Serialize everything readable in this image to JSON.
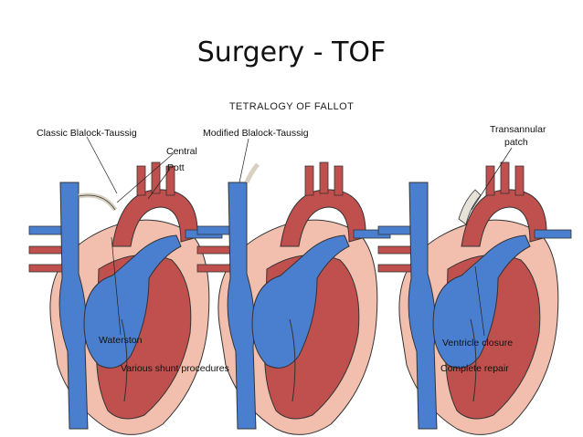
{
  "slide": {
    "title": "Surgery - TOF"
  },
  "figure": {
    "title": "TETRALOGY OF FALLOT",
    "labels": {
      "classic_bt": "Classic Blalock-Taussig",
      "central": "Central",
      "pott": "Pott",
      "waterston": "Waterston",
      "modified_bt": "Modified Blalock-Taussig",
      "transannular_1": "Transannular",
      "transannular_2": "patch",
      "ventricle_closure": "Ventricle closure"
    },
    "captions": {
      "shunts": "Various shunt procedures",
      "repair": "Complete repair"
    }
  },
  "colors": {
    "oxygenated": "#c0504d",
    "deoxygenated": "#4a7fd0",
    "pericardium": "#f2bfae",
    "outline": "#333333"
  }
}
